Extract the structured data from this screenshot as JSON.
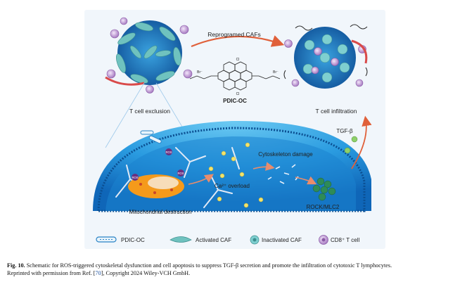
{
  "diagram": {
    "top_label": "Reprogramed CAFs",
    "left_label": "T cell exclusion",
    "right_label": "T cell infiltration",
    "molecule_name": "PDIC-OC",
    "molecule_atoms": {
      "br_left": "Br⁻",
      "br_right": "Br⁻",
      "cl_top": "Cl",
      "cl_bottom": "Cl"
    },
    "tgf_label": "TGF-β",
    "cytoskeleton_label": "Cytoskeleton damage",
    "calcium_label": "Ca²⁺ overload",
    "mito_label": "Mitochondrial destruction",
    "rock_label": "ROCK/MLC2",
    "ros_tag": "ROS"
  },
  "legend": [
    {
      "label": "PDIC-OC",
      "icon": "pdic-oc-icon"
    },
    {
      "label": "Activated CAF",
      "icon": "activated-caf-icon"
    },
    {
      "label": "Inactivated CAF",
      "icon": "inactivated-caf-icon"
    },
    {
      "label": "CD8⁺ T cell",
      "icon": "cd8-t-cell-icon"
    }
  ],
  "caption": {
    "fig_label": "Fig. 10.",
    "text": "Schematic for ROS-triggered cytoskeletal dysfunction and cell apoptosis to suppress TGF-β secretion and promote the infiltration of cytotoxic T lymphocytes.",
    "reprint_pre": "Reprinted with permission from Ref. [",
    "ref_num": "70",
    "reprint_post": "], Copyright 2024 Wiley-VCH GmbH."
  },
  "colors": {
    "cell_blue": "#1b8fd6",
    "caf_teal": "#5fb3b3",
    "tcell_purple": "#b98fcf",
    "mito_orange": "#f59a1b",
    "arrow_red": "#e0603a"
  }
}
